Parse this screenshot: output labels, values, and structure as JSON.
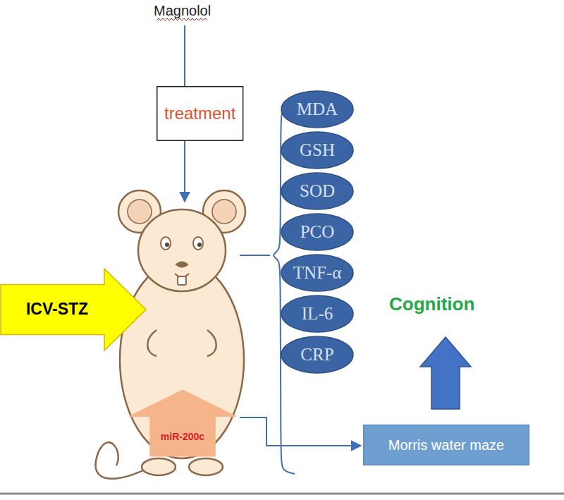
{
  "diagram": {
    "nodes": [
      {
        "text": [
          "treatment"
        ]
      },
      {
        "text": [
          "MDA"
        ]
      },
      {
        "text": [
          "GSH"
        ]
      },
      {
        "text": [
          "SOD"
        ]
      },
      {
        "text": [
          "PCO"
        ]
      },
      {
        "text": [
          "TNF-α"
        ]
      },
      {
        "text": [
          "IL-6"
        ]
      },
      {
        "text": [
          "CRP"
        ]
      },
      {
        "text": [
          "ICV-STZ"
        ]
      },
      {
        "text": [
          "miR-200c"
        ]
      },
      {
        "text": [
          "Morris water maze"
        ]
      }
    ],
    "labels": [
      "Magnolol",
      "Cognition"
    ]
  }
}
